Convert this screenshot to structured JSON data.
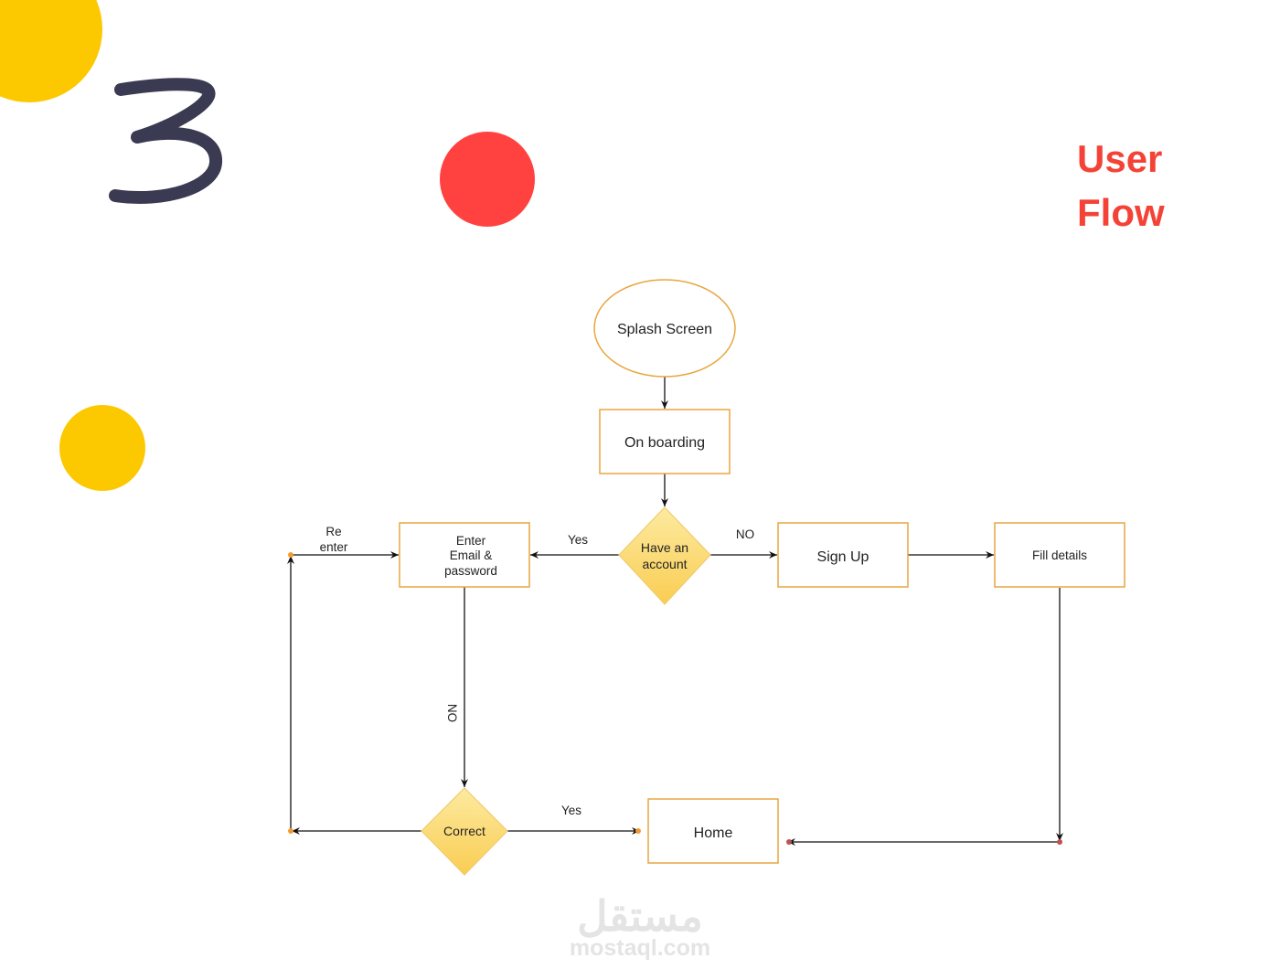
{
  "slide": {
    "number": "3",
    "title_line1": "User",
    "title_line2": "Flow"
  },
  "colors": {
    "accent_red": "#f44336",
    "yellow": "#fcc800",
    "dark": "#3a3a52",
    "node_border": "#e8a640"
  },
  "nodes": {
    "splash": "Splash Screen",
    "onboarding": "On boarding",
    "have_account_1": "Have an",
    "have_account_2": "account",
    "enter_1": "Enter",
    "enter_2": "Email &",
    "enter_3": "password",
    "signup": "Sign Up",
    "fill_details": "Fill details",
    "correct": "Correct",
    "home": "Home"
  },
  "edge_labels": {
    "yes_top": "Yes",
    "no_top": "NO",
    "reenter_1": "Re",
    "reenter_2": "enter",
    "no_vertical": "NO",
    "yes_bottom": "Yes"
  },
  "watermark": {
    "arabic": "مستقل",
    "latin": "mostaql.com"
  }
}
